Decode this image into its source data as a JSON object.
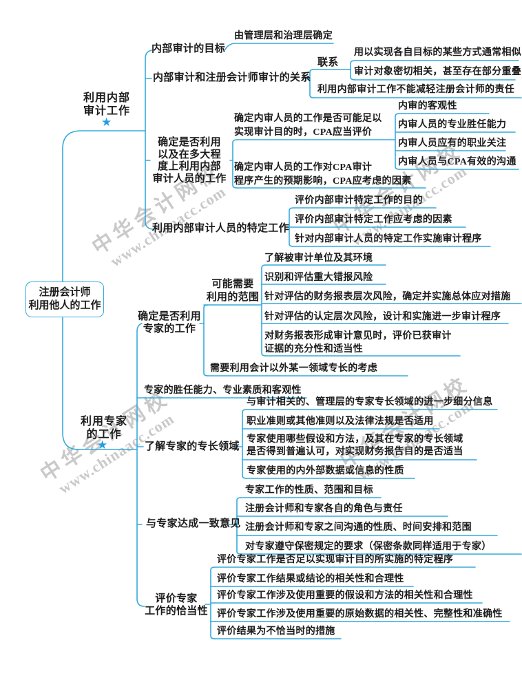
{
  "root": "注册会计师\n利用他人的工作",
  "watermark": {
    "name": "中华会计网校",
    "url": "www.chinaacc.com"
  },
  "colors": {
    "line": "#35aadc",
    "star": "#1e9fe0",
    "text": "#1c1c1c",
    "watermark": "#c9c9c9"
  },
  "internal": {
    "branch": "利用内部\n审计工作",
    "goal": "内部审计的目标",
    "goal_by": "由管理层和治理层确定",
    "relation": "内部审计和注册会计师审计的关系",
    "relation_link": "联系",
    "relation_link_1": "用以实现各自目标的某些方式通常相似",
    "relation_link_2": "审计对象密切相关，甚至存在部分重叠",
    "relation_note": "利用内部审计工作不能减轻注册会计师的责任",
    "extent": "确定是否利用\n以及在多大程\n度上利用内部\n审计人员的工作",
    "evaluate": "确定内审人员的工作是否可能足以\n实现审计目的时，CPA应当评价",
    "evaluate_1": "内审的客观性",
    "evaluate_2": "内审人员的专业胜任能力",
    "evaluate_3": "内审人员应有的职业关注",
    "evaluate_4": "内审人员与CPA有效的沟通",
    "impact": "确定内审人员的工作对CPA审计\n程序产生的预期影响，CPA应考虑的因素",
    "specific": "利用内部审计人员的特定工作",
    "specific_1": "评价内部审计特定工作的目的",
    "specific_2": "评价内部审计特定工作应考虑的因素",
    "specific_3": "针对内部审计人员的特定工作实施审计程序"
  },
  "expert": {
    "branch": "利用专家\n的工作",
    "decide": "确定是否利用\n专家的工作",
    "scope": "可能需要\n利用的范围",
    "scope_1": "了解被审计单位及其环境",
    "scope_2": "识别和评估重大错报风险",
    "scope_3": "针对评估的财务报表层次风险，确定并实施总体应对措施",
    "scope_4": "针对评估的认定层次风险，设计和实施进一步审计程序",
    "scope_5": "对财务报表形成审计意见时，评价已获审计\n证据的充分性和适当性",
    "need": "需要利用会计以外某一领域专长的考虑",
    "competence": "专家的胜任能力、专业素质和客观性",
    "field": "了解专家的专长领域",
    "field_1": "与审计相关的、管理层的专家专长领域的进一步细分信息",
    "field_2": "职业准则或其他准则以及法律法规是否适用",
    "field_3": "专家使用哪些假设和方法，及其在专家的专长领域\n是否得到普遍认可，对实现财务报告目的是否适当",
    "field_4": "专家使用的内外部数据或信息的性质",
    "agree": "与专家达成一致意见",
    "agree_1": "专家工作的性质、范围和目标",
    "agree_2": "注册会计师和专家各自的角色与责任",
    "agree_3": "注册会计师和专家之间沟通的性质、时间安排和范围",
    "agree_4": "对专家遵守保密规定的要求（保密条款同样适用于专家）",
    "evaluate": "评价专家\n工作的恰当性",
    "evaluate_1": "评价专家工作是否足以实现审计目的所实施的特定程序",
    "evaluate_2": "评价专家工作结果或结论的相关性和合理性",
    "evaluate_3": "评价专家工作涉及使用重要的假设和方法的相关性和合理性",
    "evaluate_4": "评价专家工作涉及使用重要的原始数据的相关性、完整性和准确性",
    "evaluate_5": "评价结果为不恰当时的措施"
  }
}
